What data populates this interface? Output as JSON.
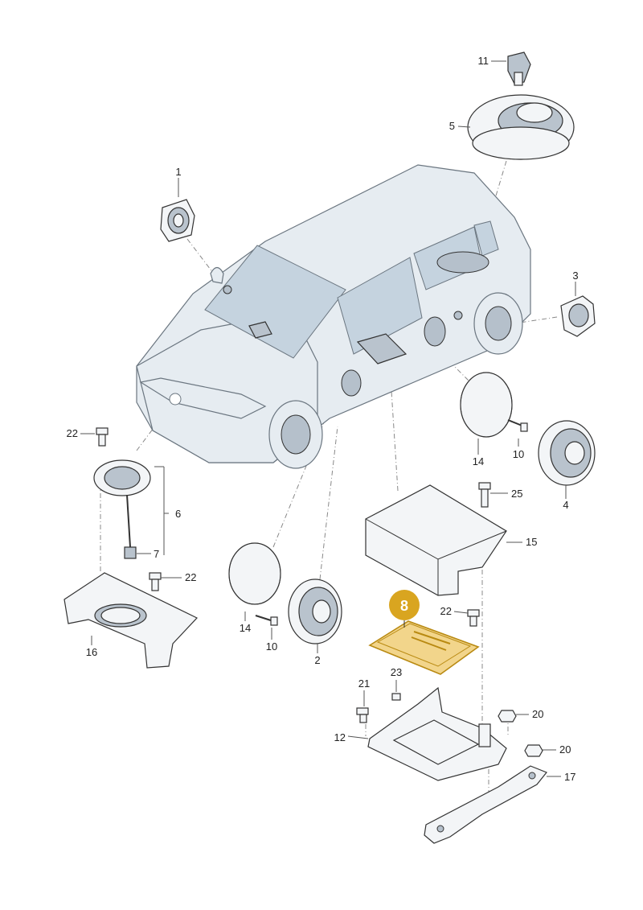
{
  "diagram": {
    "highlight": {
      "label": "8",
      "badge_color": "#d9a520",
      "fill_color": "#f2d58b"
    },
    "colors": {
      "car_body": "#e6ecf1",
      "glass": "#c5d3df",
      "line": "#333333"
    },
    "callouts": [
      {
        "id": "c1",
        "label": "1"
      },
      {
        "id": "c2",
        "label": "2"
      },
      {
        "id": "c3",
        "label": "3"
      },
      {
        "id": "c4",
        "label": "4"
      },
      {
        "id": "c5",
        "label": "5"
      },
      {
        "id": "c6",
        "label": "6"
      },
      {
        "id": "c7",
        "label": "7"
      },
      {
        "id": "c10a",
        "label": "10"
      },
      {
        "id": "c10b",
        "label": "10"
      },
      {
        "id": "c11",
        "label": "11"
      },
      {
        "id": "c12",
        "label": "12"
      },
      {
        "id": "c14a",
        "label": "14"
      },
      {
        "id": "c14b",
        "label": "14"
      },
      {
        "id": "c15",
        "label": "15"
      },
      {
        "id": "c16",
        "label": "16"
      },
      {
        "id": "c17",
        "label": "17"
      },
      {
        "id": "c20a",
        "label": "20"
      },
      {
        "id": "c20b",
        "label": "20"
      },
      {
        "id": "c21",
        "label": "21"
      },
      {
        "id": "c22a",
        "label": "22"
      },
      {
        "id": "c22b",
        "label": "22"
      },
      {
        "id": "c22c",
        "label": "22"
      },
      {
        "id": "c23",
        "label": "23"
      },
      {
        "id": "c25",
        "label": "25"
      }
    ]
  }
}
